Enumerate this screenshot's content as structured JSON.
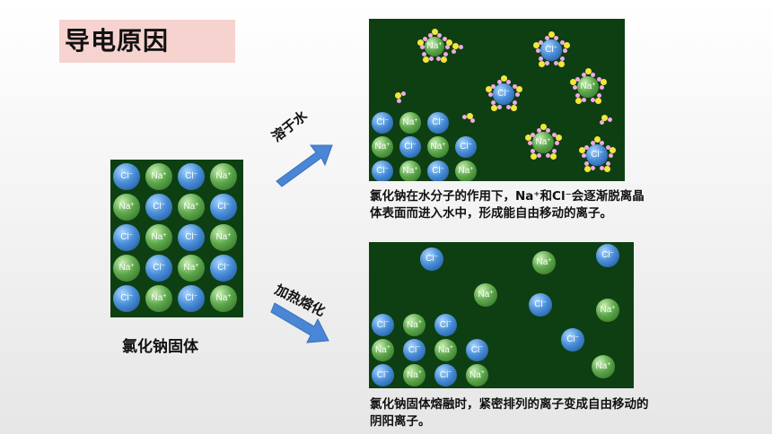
{
  "title": "导电原因",
  "solid_label": "氯化钠固体",
  "arrow_top_label": "溶于水",
  "arrow_bottom_label": "加热熔化",
  "caption_top": "氯化钠在水分子的作用下，Na⁺和Cl⁻会逐渐脱离晶体表面而进入水中，形成能自由移动的离子。",
  "caption_bottom": "氯化钠固体熔融时，紧密排列的离子变成自由移动的阴阳离子。",
  "ion_labels": {
    "cl": "Cl",
    "cl_sup": "−",
    "na": "Na",
    "na_sup": "+"
  },
  "colors": {
    "panel": "#0e3f12",
    "title_box": "#f6d3cf",
    "arrow": "#4a86d6",
    "cl_ion": "#4a8fd8",
    "na_ion": "#5ea84c"
  }
}
